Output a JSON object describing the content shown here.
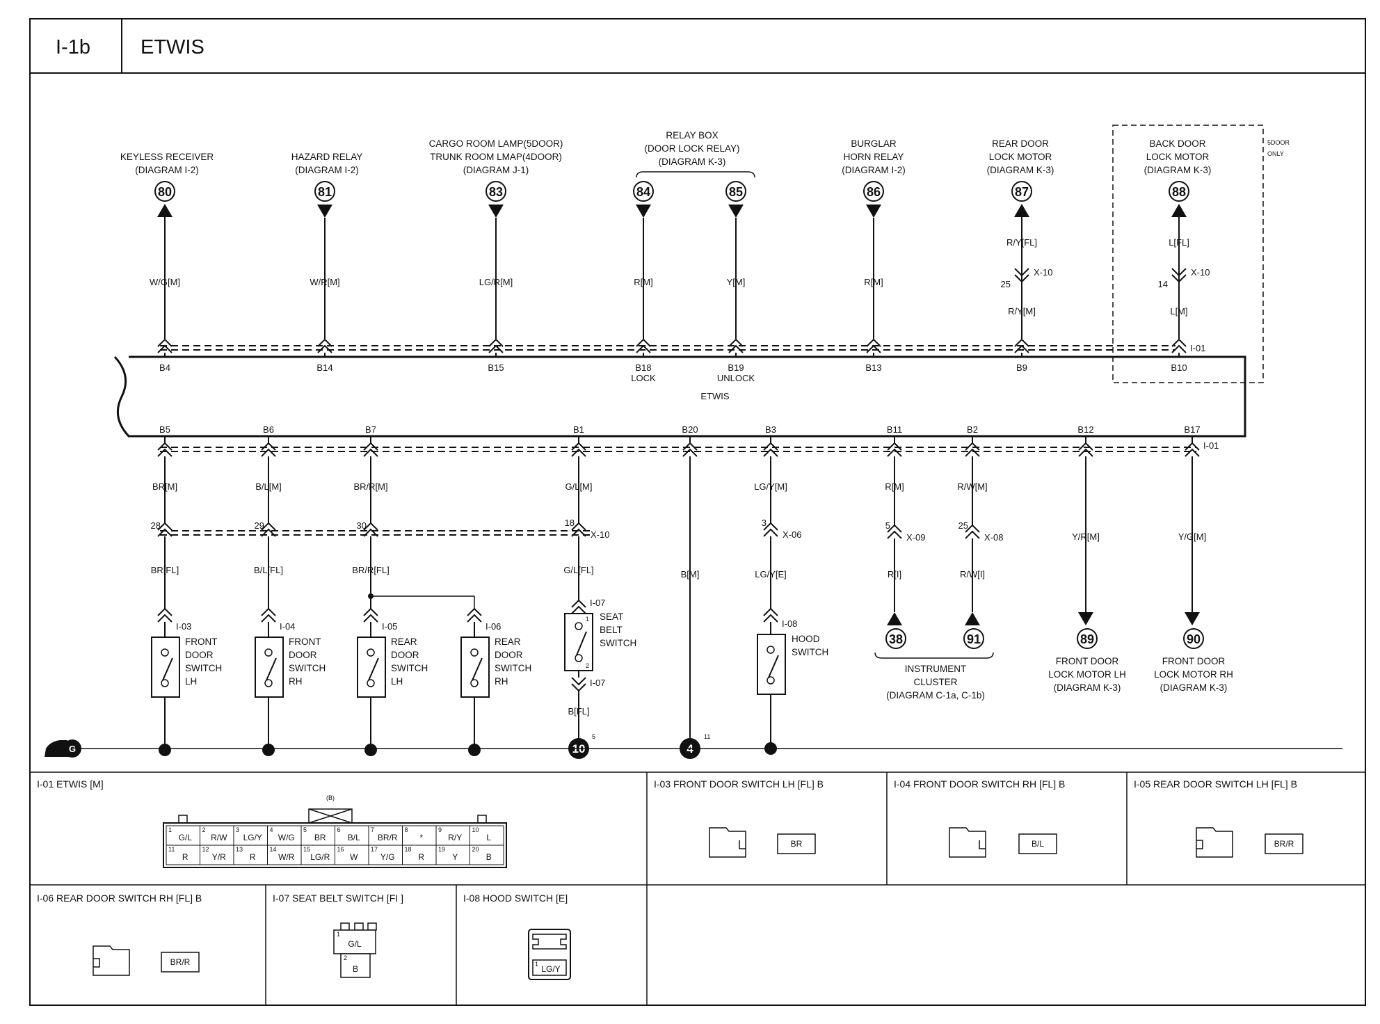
{
  "header": {
    "code": "I-1b",
    "title": "ETWIS"
  },
  "module": {
    "name": "ETWIS"
  },
  "top_terminals": [
    {
      "title": [
        "KEYLESS RECEIVER",
        "(DIAGRAM I-2)"
      ],
      "num": "80",
      "dir": "up",
      "pin": "B4",
      "wires": [
        "W/G[M]"
      ]
    },
    {
      "title": [
        "HAZARD RELAY",
        "(DIAGRAM I-2)"
      ],
      "num": "81",
      "dir": "down",
      "pin": "B14",
      "wires": [
        "W/R[M]"
      ]
    },
    {
      "title": [
        "CARGO ROOM LAMP(5DOOR)",
        "TRUNK ROOM LMAP(4DOOR)",
        "(DIAGRAM J-1)"
      ],
      "num": "83",
      "dir": "down",
      "pin": "B15",
      "wires": [
        "LG/R[M]"
      ]
    },
    {
      "title": [],
      "num": "84",
      "dir": "down",
      "pin": "B18",
      "pin_note": "LOCK",
      "wires": [
        "R[M]"
      ]
    },
    {
      "title": [],
      "num": "85",
      "dir": "down",
      "pin": "B19",
      "pin_note": "UNLOCK",
      "wires": [
        "Y[M]"
      ]
    },
    {
      "title": [
        "BURGLAR",
        "HORN RELAY",
        "(DIAGRAM I-2)"
      ],
      "num": "86",
      "dir": "down",
      "pin": "B13",
      "wires": [
        "R[M]"
      ]
    },
    {
      "title": [
        "REAR DOOR",
        "LOCK MOTOR",
        "(DIAGRAM K-3)"
      ],
      "num": "87",
      "dir": "up",
      "pin": "B9",
      "wires": [
        "R/Y[FL]",
        "R/Y[M]"
      ],
      "inline": {
        "conn": "X-10",
        "pin": "25"
      }
    },
    {
      "title": [
        "BACK DOOR",
        "LOCK MOTOR",
        "(DIAGRAM K-3)"
      ],
      "num": "88",
      "dir": "up",
      "pin": "B10",
      "wires": [
        "L[FL]",
        "L[M]"
      ],
      "inline": {
        "conn": "X-10",
        "pin": "14"
      },
      "conn_label": "I-01"
    }
  ],
  "relay_box": {
    "lines": [
      "RELAY BOX",
      "(DOOR LOCK RELAY)",
      "(DIAGRAM K-3)"
    ]
  },
  "five_door_note": {
    "lines": [
      "5DOOR",
      "ONLY"
    ]
  },
  "bottom_terminals": [
    {
      "pin": "B5",
      "wires": [
        "BR[M]",
        "BR[FL]"
      ],
      "inline_pin": "28",
      "conn": "I-03",
      "device": [
        "FRONT",
        "DOOR",
        "SWITCH",
        "LH"
      ]
    },
    {
      "pin": "B6",
      "wires": [
        "B/L[M]",
        "B/L[FL]"
      ],
      "inline_pin": "29",
      "conn": "I-04",
      "device": [
        "FRONT",
        "DOOR",
        "SWITCH",
        "RH"
      ]
    },
    {
      "pin": "B7",
      "wires": [
        "BR/R[M]",
        "BR/R[FL]"
      ],
      "inline_pin": "30",
      "conn": "I-05",
      "device": [
        "REAR",
        "DOOR",
        "SWITCH",
        "LH"
      ]
    },
    {
      "pin": "",
      "wires": [],
      "conn": "I-06",
      "device": [
        "REAR",
        "DOOR",
        "SWITCH",
        "RH"
      ]
    },
    {
      "pin": "B1",
      "wires": [
        "G/L[M]",
        "G/L[FL]",
        "B[FL]"
      ],
      "inline_pin": "18",
      "inline_conn": "X-10",
      "conn": "I-07",
      "conn2": "I-07",
      "device": [
        "SEAT",
        "BELT",
        "SWITCH"
      ],
      "sw_pins": [
        "1",
        "2"
      ],
      "ground": {
        "num": "10",
        "pin": "5"
      }
    },
    {
      "pin": "B20",
      "wires": [
        "B[M]"
      ],
      "ground": {
        "num": "4",
        "pin": "11"
      }
    },
    {
      "pin": "B3",
      "wires": [
        "LG/Y[M]",
        "LG/Y[E]"
      ],
      "inline_pin": "3",
      "inline_conn": "X-06",
      "conn": "I-08",
      "device": [
        "HOOD",
        "SWITCH"
      ]
    },
    {
      "pin": "B11",
      "wires": [
        "R[M]",
        "R[I]"
      ],
      "inline_pin": "5",
      "inline_conn": "X-09",
      "num": "38"
    },
    {
      "pin": "B2",
      "wires": [
        "R/W[M]",
        "R/W[I]"
      ],
      "inline_pin": "25",
      "inline_conn": "X-08",
      "num": "91"
    },
    {
      "pin": "B12",
      "wires": [
        "Y/R[M]"
      ],
      "num": "89",
      "title": [
        "FRONT DOOR",
        "LOCK MOTOR LH",
        "(DIAGRAM K-3)"
      ]
    },
    {
      "pin": "B17",
      "wires": [
        "Y/G[M]"
      ],
      "num": "90",
      "title": [
        "FRONT DOOR",
        "LOCK MOTOR RH",
        "(DIAGRAM K-3)"
      ],
      "conn_label": "I-01"
    }
  ],
  "instrument_cluster": {
    "lines": [
      "INSTRUMENT",
      "CLUSTER",
      "(DIAGRAM C-1a, C-1b)"
    ]
  },
  "ground_symbol": {
    "label": "G"
  },
  "connectors": {
    "i01": {
      "title": "I-01 ETWIS [M]",
      "key": "(B)",
      "row1": [
        [
          "1",
          "G/L"
        ],
        [
          "2",
          "R/W"
        ],
        [
          "3",
          "LG/Y"
        ],
        [
          "4",
          "W/G"
        ],
        [
          "5",
          "BR"
        ],
        [
          "6",
          "B/L"
        ],
        [
          "7",
          "BR/R"
        ],
        [
          "8",
          "*"
        ],
        [
          "9",
          "R/Y"
        ],
        [
          "10",
          "L"
        ]
      ],
      "row2": [
        [
          "11",
          "R"
        ],
        [
          "12",
          "Y/R"
        ],
        [
          "13",
          "R"
        ],
        [
          "14",
          "W/R"
        ],
        [
          "15",
          "LG/R"
        ],
        [
          "16",
          "W"
        ],
        [
          "17",
          "Y/G"
        ],
        [
          "18",
          "R"
        ],
        [
          "19",
          "Y"
        ],
        [
          "20",
          "B"
        ]
      ]
    },
    "i03": {
      "title": "I-03 FRONT DOOR SWITCH LH [FL] B",
      "wire": "BR"
    },
    "i04": {
      "title": "I-04 FRONT DOOR SWITCH RH [FL] B",
      "wire": "B/L"
    },
    "i05": {
      "title": "I-05 REAR DOOR SWITCH LH [FL] B",
      "wire": "BR/R"
    },
    "i06": {
      "title": "I-06 REAR DOOR SWITCH RH [FL] B",
      "wire": "BR/R"
    },
    "i07": {
      "title": "I-07 SEAT BELT SWITCH [FI ]",
      "pins": [
        [
          "1",
          "G/L"
        ],
        [
          "2",
          "B"
        ]
      ]
    },
    "i08": {
      "title": "I-08 HOOD SWITCH [E]",
      "pins": [
        [
          "1",
          "LG/Y"
        ]
      ]
    }
  }
}
